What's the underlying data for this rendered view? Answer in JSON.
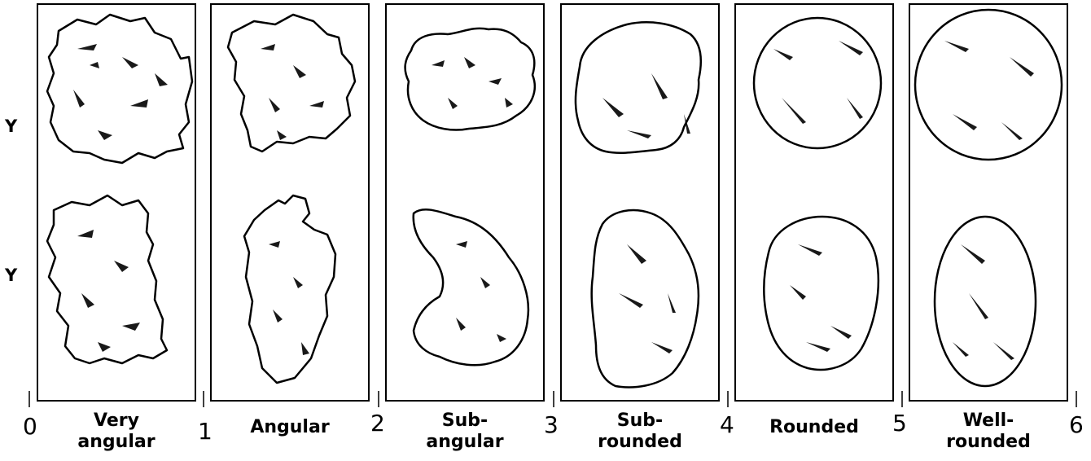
{
  "row_labels": [
    "Y",
    "Y"
  ],
  "scale_numbers": [
    "0",
    "1",
    "2",
    "3",
    "4",
    "5",
    "6"
  ],
  "categories": [
    {
      "line1": "Very",
      "line2": "angular"
    },
    {
      "line1": "",
      "line2": "Angular"
    },
    {
      "line1": "Sub-",
      "line2": "angular"
    },
    {
      "line1": "Sub-",
      "line2": "rounded"
    },
    {
      "line1": "",
      "line2": "Rounded"
    },
    {
      "line1": "Well-",
      "line2": "rounded"
    }
  ],
  "colors": {
    "ink": "#000000",
    "paper": "#ffffff"
  }
}
